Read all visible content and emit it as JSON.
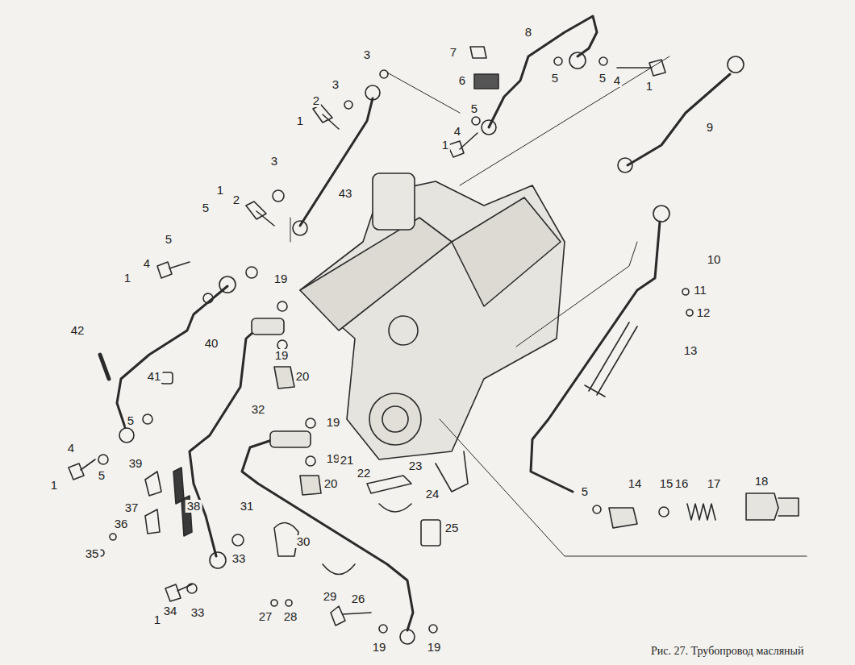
{
  "diagram": {
    "caption": "Рис. 27. Трубопровод масляный",
    "labels": [
      "3",
      "7",
      "8",
      "6",
      "5",
      "5",
      "4",
      "1",
      "9",
      "3",
      "2",
      "1",
      "4",
      "5",
      "1",
      "3",
      "43",
      "2",
      "1",
      "5",
      "5",
      "4",
      "1",
      "10",
      "11",
      "12",
      "13",
      "19",
      "19",
      "20",
      "42",
      "40",
      "41",
      "32",
      "19",
      "5",
      "4",
      "5",
      "1",
      "19",
      "20",
      "21",
      "22",
      "23",
      "24",
      "25",
      "39",
      "38",
      "37",
      "31",
      "36",
      "35",
      "30",
      "33",
      "5",
      "14",
      "15",
      "16",
      "17",
      "18",
      "29",
      "28",
      "27",
      "26",
      "34",
      "33",
      "1",
      "19",
      "19"
    ]
  }
}
